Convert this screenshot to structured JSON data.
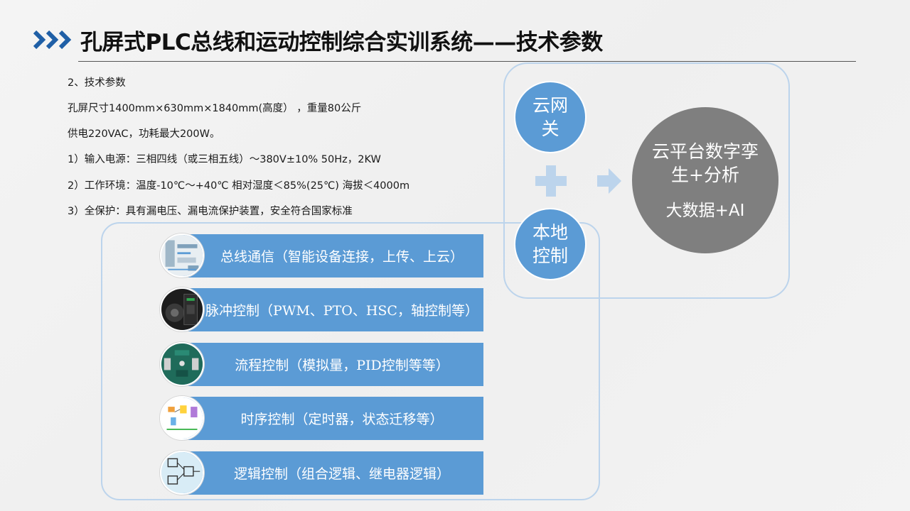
{
  "header": {
    "title": "孔屏式PLC总线和运动控制综合实训系统——技术参数"
  },
  "specs": {
    "heading": "2、技术参数",
    "size": "孔屏尺寸1400mm×630mm×1840mm(高度） ，重量80公斤",
    "power_supply": "供电220VAC，功耗最大200W。",
    "item1": "1）输入电源：三相四线（或三相五线）～380V±10% 50Hz，2KW",
    "item2": "2）工作环境：温度-10℃～+40℃ 相对湿度＜85%(25℃) 海拔＜4000m",
    "item3": "3）全保护：具有漏电压、漏电流保护装置，安全符合国家标准"
  },
  "diagram": {
    "cloud_gateway": "云网关",
    "local_control": "本地控制",
    "cloud_platform": "云平台数字孪生+分析",
    "big_data": "大数据+AI"
  },
  "features": [
    {
      "label": "总线通信（智能设备连接，上传、上云）"
    },
    {
      "label": "脉冲控制（PWM、PTO、HSC，轴控制等）"
    },
    {
      "label": "流程控制（模拟量，PID控制等等）"
    },
    {
      "label": "时序控制（定时器，状态迁移等）"
    },
    {
      "label": "逻辑控制（组合逻辑、继电器逻辑）"
    }
  ],
  "colors": {
    "accent_blue": "#5b9bd5",
    "title_chevron": "#1f5fa6",
    "frame_border": "#bcd4ec",
    "gray_circle": "#7f7f7f"
  },
  "icons": {
    "title": "triple-chevron-icon",
    "plus": "plus-icon",
    "arrow": "arrow-right-icon"
  }
}
